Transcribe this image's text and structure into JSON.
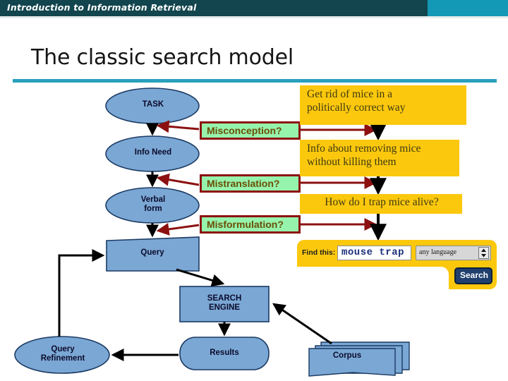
{
  "header": {
    "course_title": "Introduction to Information Retrieval",
    "band_color": "#1399b5",
    "dark_color": "#12454e"
  },
  "slide": {
    "title": "The classic search model",
    "rule_color": "#2aa0bd"
  },
  "diagram": {
    "pipeline_nodes": [
      {
        "id": "task",
        "label": "TASK",
        "shape": "ellipse"
      },
      {
        "id": "infoneed",
        "label": "Info Need",
        "shape": "ellipse"
      },
      {
        "id": "verbal",
        "label": "Verbal\nform",
        "shape": "ellipse"
      },
      {
        "id": "query",
        "label": "Query",
        "shape": "parallelogram"
      },
      {
        "id": "engine",
        "label": "SEARCH\nENGINE",
        "shape": "rectangle"
      },
      {
        "id": "results",
        "label": "Results",
        "shape": "rounded-rectangle"
      },
      {
        "id": "qref",
        "label": "Query\nRefinement",
        "shape": "ellipse"
      },
      {
        "id": "corpus",
        "label": "Corpus",
        "shape": "stacked-documents"
      }
    ],
    "error_boxes": [
      {
        "id": "misconception",
        "label": "Misconception?"
      },
      {
        "id": "mistranslation",
        "label": "Mistranslation?"
      },
      {
        "id": "misformulation",
        "label": "Misformulation?"
      }
    ],
    "example_boxes": [
      {
        "id": "example-task",
        "label": "Get rid of mice in a\npolitically correct way"
      },
      {
        "id": "example-need",
        "label": "Info about removing mice\nwithout killing them"
      },
      {
        "id": "example-verbal",
        "label": "How do I trap mice alive?"
      }
    ],
    "colors": {
      "node_fill": "#7ba7d4",
      "node_stroke": "#1b3a63",
      "error_fill": "#96f3ac",
      "error_stroke": "#8c1010",
      "error_text": "#6b4e05",
      "example_fill": "#fcc80d",
      "example_text": "#3e3a13",
      "arrow_black": "#000000",
      "arrow_red": "#8c1010"
    }
  },
  "search_widget": {
    "find_label": "Find this:",
    "query_value": "mouse trap",
    "query_placeholder": "",
    "language_selected": "any language",
    "language_options": [
      "any language"
    ],
    "search_button": "Search",
    "panel_color": "#fcc80d",
    "button_color": "#1f3f6e"
  }
}
